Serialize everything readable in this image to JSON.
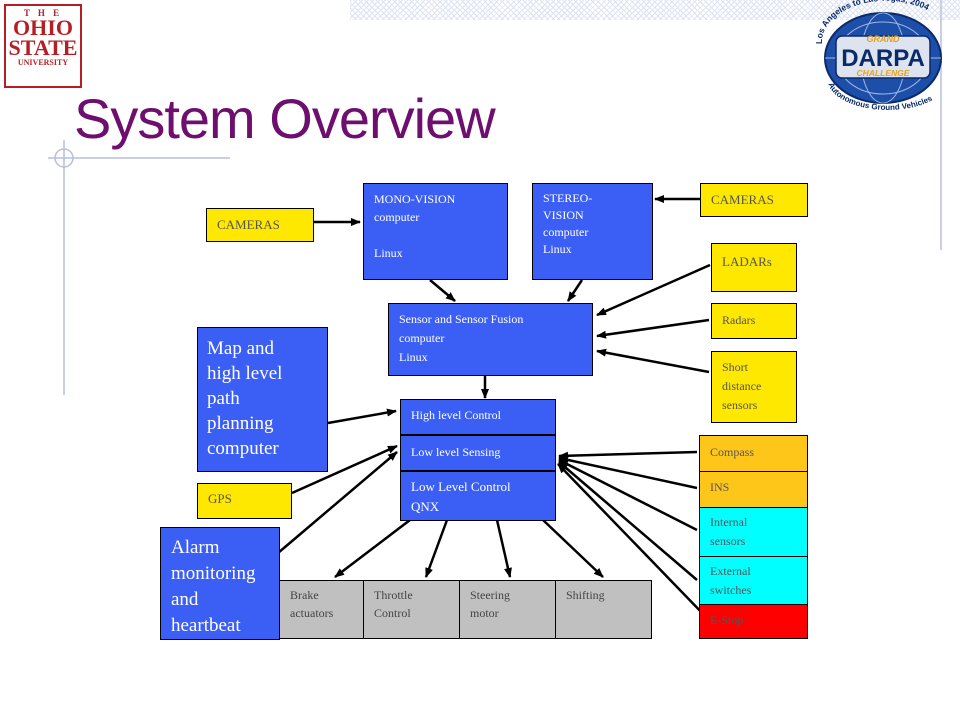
{
  "title": "System Overview",
  "logos": {
    "osu": {
      "line1": "T H E",
      "line2": "OHIO",
      "line3": "STATE",
      "line4": "UNIVERSITY"
    },
    "darpa": {
      "top_arc": "Los Angeles to Las Vegas, 2004",
      "grand": "GRAND",
      "main": "DARPA",
      "challenge": "CHALLENGE",
      "bottom_arc": "Autonomous Ground Vehicles"
    }
  },
  "boxes": {
    "cameras_left": "CAMERAS",
    "mono_vision": [
      "MONO-VISION",
      "computer",
      "",
      "Linux"
    ],
    "stereo_vision": [
      "STEREO-",
      "VISION",
      "computer",
      "Linux"
    ],
    "cameras_right": "CAMERAS",
    "ladars": "LADARs",
    "radars": "Radars",
    "short_distance": [
      "Short",
      "distance",
      "sensors"
    ],
    "sensor_fusion": [
      "Sensor and Sensor Fusion",
      "computer",
      "Linux"
    ],
    "map_planning": [
      "Map and",
      "high level",
      "path",
      "planning",
      "computer"
    ],
    "high_level_control": "High level Control",
    "low_level_sensing": "Low level Sensing",
    "low_level_control": [
      "Low Level Control",
      "QNX"
    ],
    "gps": "GPS",
    "alarm": [
      "Alarm",
      "monitoring",
      "and",
      "heartbeat"
    ],
    "brake": [
      "Brake",
      "actuators"
    ],
    "throttle": [
      "Throttle",
      "Control"
    ],
    "steering": [
      "Steering",
      "motor"
    ],
    "shifting": "Shifting",
    "compass": "Compass",
    "ins": "INS",
    "internal_sensors": [
      "Internal",
      "sensors"
    ],
    "external_switches": [
      "External",
      "switches"
    ],
    "estop": "E-Stop"
  }
}
